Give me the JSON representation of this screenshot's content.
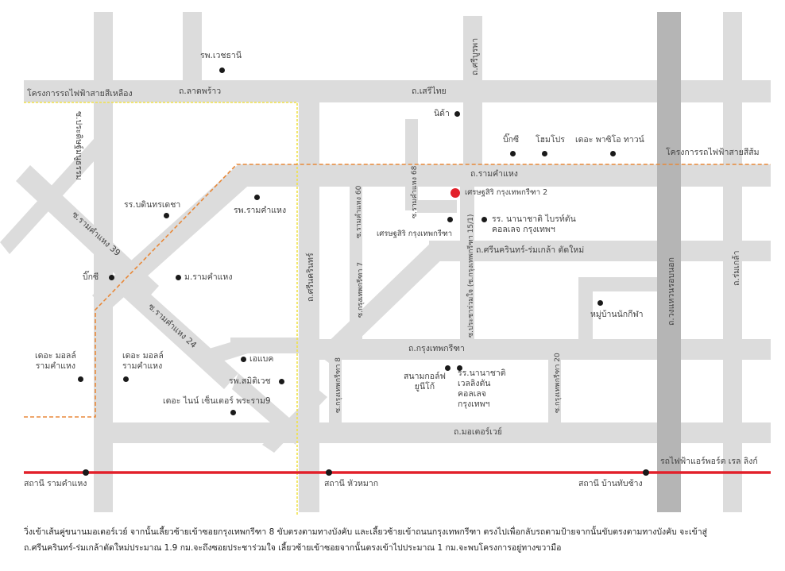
{
  "map": {
    "colors": {
      "road": "#dcdcdc",
      "expressway": "#b5b5b5",
      "airport_rail": "#e2202a",
      "yellow_line": "#f0e24a",
      "orange_line": "#e8893a",
      "destination": "#e2202a"
    },
    "roads": {
      "lat_phrao": "ถ.ลาดพร้าว",
      "seri_thai": "ถ.เสรีไทย",
      "ramkhamhaeng": "ถ.รามคำแหง",
      "srinakarin_romklao": "ถ.ศรีนครินทร์-ร่มเกล้า ตัดใหม่",
      "krungthep_kreetha": "ถ.กรุงเทพกรีฑา",
      "motorway": "ถ.มอเตอร์เวย์",
      "sri_burapha": "ถ.ศรีบูรพา",
      "srinakarin": "ถ.ศรีนครินทร์",
      "kanchanaphisek": "ถ.วงแหวนรอบนอก",
      "romklao": "ถ.ร่มเกล้า",
      "pracha_uthit": "ซ.ประดิษฐ์มนูธรรม",
      "ramkhamhaeng_39": "ซ.รามคำแหง 39",
      "ramkhamhaeng_24": "ซ.รามคำแหง 24",
      "ramkhamhaeng_68": "ซ.รามคำแหง 68",
      "ramkhamhaeng_60": "ซ.รามคำแหง 60",
      "krungthep_kreetha_7": "ซ.กรุงเทพกรีฑา 7",
      "krungthep_kreetha_8": "ซ.กรุงเทพกรีฑา 8",
      "krungthep_kreetha_20": "ซ.กรุงเทพกรีฑา 20",
      "pracha_ruam_jai": "ซ.ประชาร่วมใจ (ซ.กรุงเทพกรีฑา 15/1)"
    },
    "rail_lines": {
      "yellow": "โครงการรถไฟฟ้าสายสีเหลือง",
      "orange": "โครงการรถไฟฟ้าสายสีส้ม",
      "airport": "รถไฟฟ้าแอร์พอร์ต เรล ลิงก์"
    },
    "stations": {
      "ramkhamhaeng": "สถานี รามคำแหง",
      "hua_mak": "สถานี หัวหมาก",
      "ban_thap_chang": "สถานี บ้านทับช้าง"
    },
    "destination": "เศรษฐสิริ กรุงเทพกรีฑา 2",
    "places": {
      "vejthani": "รพ.เวชธานี",
      "nida": "นิด้า",
      "bigc_top": "บิ๊กซี",
      "homepro": "โฮมโปร",
      "paseo": "เดอะ พาซิโอ ทาวน์",
      "bodindecha": "รร.บดินทรเดชา",
      "ram_hospital": "รพ.รามคำแหง",
      "bigc_left": "บิ๊กซี",
      "ram_university": "ม.รามคำแหง",
      "mall_1": "เดอะ มอลล์\nรามคำแหง",
      "mall_2": "เดอะ มอลล์\nรามคำแหง",
      "abac": "เอแบค",
      "samitivej": "รพ.สมิติเวช",
      "nine_center": "เดอะ ไนน์ เซ็นเตอร์ พระราม9",
      "setthasiri_kk": "เศรษฐสิริ กรุงเทพกรีฑา",
      "bright_college": "รร. นานาชาติ ไบรท์ตัน\nคอลเลจ กรุงเทพฯ",
      "sport_village": "หมู่บ้านนักกีฬา",
      "unico_golf": "สนามกอล์ฟ\nยูนีโก้",
      "wellington": "รร.นานาชาติ\nเวลลิงตัน\nคอลเลจ\nกรุงเทพฯ"
    }
  },
  "directions": [
    "วิ่งเข้าเส้นคู่ขนานมอเตอร์เวย์ จากนั้นเลี้ยวซ้ายเข้าซอยกรุงเทพกรีฑา 8  ขับตรงตามทางบังคับ และเลี้ยวซ้ายเข้าถนนกรุงเทพกรีฑา ตรงไปเพื่อกลับรถตามป้ายจากนั้นขับตรงตามทางบังคับ จะเข้าสู่",
    "ถ.ศรีนครินทร์-ร่มเกล้าตัดใหม่ประมาณ 1.9 กม.จะถึงซอยประชาร่วมใจ เลี้ยวซ้ายเข้าซอยจากนั้นตรงเข้าไปประมาณ 1 กม.จะพบโครงการอยู่ทางขวามือ"
  ]
}
